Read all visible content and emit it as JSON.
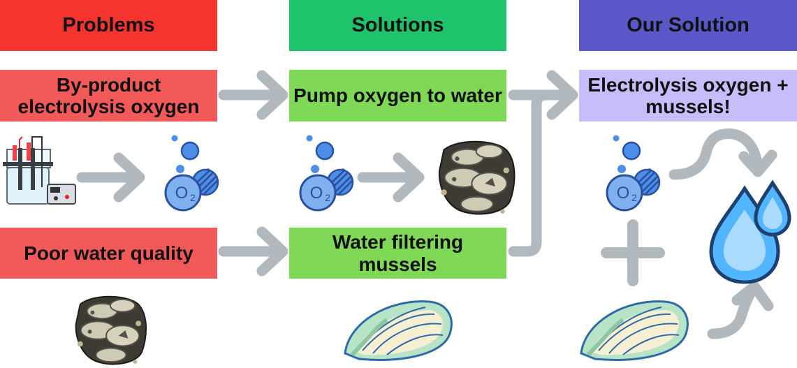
{
  "colors": {
    "problems": "#f5342f",
    "solutions": "#1fc36b",
    "our_solution": "#5b57c9",
    "problem_box": "#f25959",
    "solution_box": "#7fd957",
    "our_solution_box": "#c6bdfb",
    "arrow": "#b1b9bf",
    "o2_blue": "#4d8fe8",
    "o2_dark": "#2a4f9c",
    "mussel_green": "#b7e4c6",
    "mussel_cream": "#f6efd2",
    "mussel_outline": "#2f6aa8",
    "drop_blue": "#52b5ff",
    "drop_dark": "#1d4070"
  },
  "headers": {
    "problems": "Problems",
    "solutions": "Solutions",
    "our_solution": "Our Solution"
  },
  "boxes": {
    "byproduct": "By-product electrolysis oxygen",
    "poor_water": "Poor water quality",
    "pump_oxygen": "Pump oxygen to water",
    "water_filtering": "Water filtering mussels",
    "electrolysis_mussels": "Electrolysis oxygen + mussels!"
  },
  "icons": {
    "electrolysis": "electrolysis-apparatus-icon",
    "oxygen": "o2-molecule-icon",
    "mussel_cluster": "mussel-cluster-icon",
    "mussel": "mussel-shell-icon",
    "water": "water-drops-icon",
    "plus": "plus-icon",
    "arrow": "arrow-icon"
  },
  "o2_label": "O2"
}
